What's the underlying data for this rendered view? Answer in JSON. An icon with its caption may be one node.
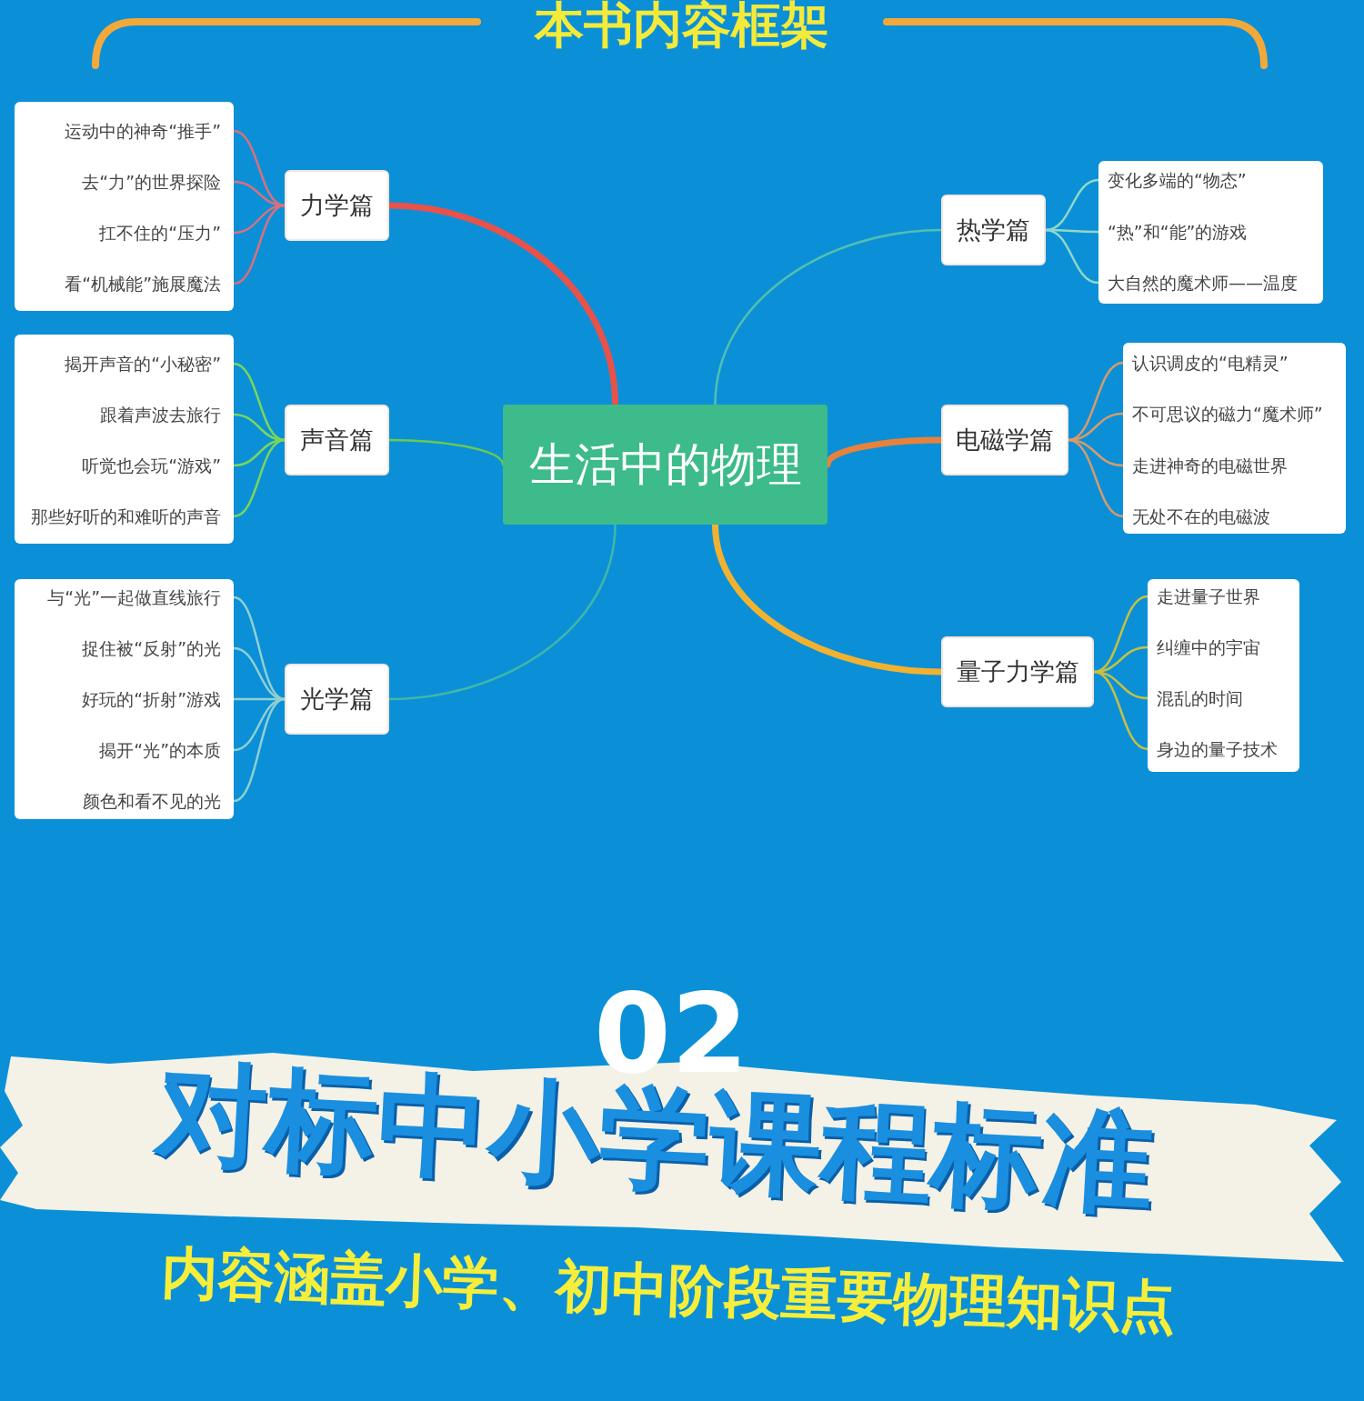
{
  "diagram": {
    "title": "本书内容框架",
    "nodes": [
      {
        "text": [
          "生活中的物理"
        ]
      },
      {
        "text": [
          "力学篇"
        ]
      },
      {
        "text": [],
        "shape": "box"
      },
      {
        "text": [
          "运动中的神奇“推手”"
        ],
        "in": 2
      },
      {
        "text": [
          "去“力”的世界探险"
        ],
        "in": 2
      },
      {
        "text": [
          "扛不住的“压力”"
        ],
        "in": 2
      },
      {
        "text": [
          "看“机械能”施展魔法"
        ],
        "in": 2
      },
      {
        "text": [
          "声音篇"
        ]
      },
      {
        "text": [],
        "shape": "box"
      },
      {
        "text": [
          "揭开声音的“小秘密”"
        ],
        "in": 8
      },
      {
        "text": [
          "跟着声波去旅行"
        ],
        "in": 8
      },
      {
        "text": [
          "听觉也会玩“游戏”"
        ],
        "in": 8
      },
      {
        "text": [
          "那些好听的和难听的声音"
        ],
        "in": 8
      },
      {
        "text": [
          "光学篇"
        ]
      },
      {
        "text": [],
        "shape": "box"
      },
      {
        "text": [
          "与“光”一起做直线旅行"
        ],
        "in": 14
      },
      {
        "text": [
          "捉住被“反射”的光"
        ],
        "in": 14
      },
      {
        "text": [
          "好玩的“折射”游戏"
        ],
        "in": 14
      },
      {
        "text": [
          "揭开“光”的本质"
        ],
        "in": 14
      },
      {
        "text": [
          "颜色和看不见的光"
        ],
        "in": 14
      },
      {
        "text": [
          "热学篇"
        ]
      },
      {
        "text": [],
        "shape": "box"
      },
      {
        "text": [
          "变化多端的“物态”"
        ],
        "in": 21
      },
      {
        "text": [
          "“热”和“能”的游戏"
        ],
        "in": 21
      },
      {
        "text": [
          "大自然的魔术师——温度"
        ],
        "in": 21
      },
      {
        "text": [
          "电磁学篇"
        ]
      },
      {
        "text": [],
        "shape": "box"
      },
      {
        "text": [
          "认识调皮的“电精灵”"
        ],
        "in": 26
      },
      {
        "text": [
          "不可思议的磁力“魔术师”"
        ],
        "in": 26
      },
      {
        "text": [
          "走进神奇的电磁世界"
        ],
        "in": 26
      },
      {
        "text": [
          "无处不在的电磁波"
        ],
        "in": 26
      },
      {
        "text": [
          "量子力学篇"
        ]
      },
      {
        "text": [],
        "shape": "box"
      },
      {
        "text": [
          "走进量子世界"
        ],
        "in": 32
      },
      {
        "text": [
          "纠缠中的宇宙"
        ],
        "in": 32
      },
      {
        "text": [
          "混乱的时间"
        ],
        "in": 32
      },
      {
        "text": [
          "身边的量子技术"
        ],
        "in": 32
      }
    ],
    "edges": [
      {
        "from": 0,
        "to": 1,
        "arrow": "none",
        "style": "thick",
        "color": "#e8524a"
      },
      {
        "from": 0,
        "to": 7,
        "arrow": "none",
        "color": "#6cc94f"
      },
      {
        "from": 0,
        "to": 13,
        "arrow": "none",
        "color": "#3fb8a8"
      },
      {
        "from": 0,
        "to": 20,
        "arrow": "none",
        "color": "#52c0b0"
      },
      {
        "from": 0,
        "to": 25,
        "arrow": "none",
        "style": "thick",
        "color": "#e8823a"
      },
      {
        "from": 0,
        "to": 31,
        "arrow": "none",
        "style": "thick",
        "color": "#f2b230"
      },
      {
        "from": 1,
        "to": 3,
        "arrow": "none",
        "color": "#d9707a"
      },
      {
        "from": 1,
        "to": 4,
        "arrow": "none",
        "color": "#d9707a"
      },
      {
        "from": 1,
        "to": 5,
        "arrow": "none",
        "color": "#d9707a"
      },
      {
        "from": 1,
        "to": 6,
        "arrow": "none",
        "color": "#d9707a"
      },
      {
        "from": 7,
        "to": 9,
        "arrow": "none",
        "color": "#7ad65a"
      },
      {
        "from": 7,
        "to": 10,
        "arrow": "none",
        "color": "#7ad65a"
      },
      {
        "from": 7,
        "to": 11,
        "arrow": "none",
        "color": "#7ad65a"
      },
      {
        "from": 7,
        "to": 12,
        "arrow": "none",
        "color": "#7ad65a"
      },
      {
        "from": 13,
        "to": 15,
        "arrow": "none",
        "color": "#8fd0d0"
      },
      {
        "from": 13,
        "to": 16,
        "arrow": "none",
        "color": "#8fd0d0"
      },
      {
        "from": 13,
        "to": 17,
        "arrow": "none",
        "color": "#8fd0d0"
      },
      {
        "from": 13,
        "to": 18,
        "arrow": "none",
        "color": "#8fd0d0"
      },
      {
        "from": 13,
        "to": 19,
        "arrow": "none",
        "color": "#8fd0d0"
      },
      {
        "from": 20,
        "to": 22,
        "arrow": "none",
        "color": "#8fd8c8"
      },
      {
        "from": 20,
        "to": 23,
        "arrow": "none",
        "color": "#8fd8c8"
      },
      {
        "from": 20,
        "to": 24,
        "arrow": "none",
        "color": "#8fd8c8"
      },
      {
        "from": 25,
        "to": 27,
        "arrow": "none",
        "color": "#d89a6a"
      },
      {
        "from": 25,
        "to": 28,
        "arrow": "none",
        "color": "#d89a6a"
      },
      {
        "from": 25,
        "to": 29,
        "arrow": "none",
        "color": "#d89a6a"
      },
      {
        "from": 25,
        "to": 30,
        "arrow": "none",
        "color": "#d89a6a"
      },
      {
        "from": 31,
        "to": 33,
        "arrow": "none",
        "color": "#c8c040"
      },
      {
        "from": 31,
        "to": 34,
        "arrow": "none",
        "color": "#c8c040"
      },
      {
        "from": 31,
        "to": 35,
        "arrow": "none",
        "color": "#c8c040"
      },
      {
        "from": 31,
        "to": 36,
        "arrow": "none",
        "color": "#c8c040"
      }
    ],
    "labels": [
      "02",
      "对标中小学课程标准",
      "内容涵盖小学、初中阶段重要物理知识点"
    ]
  }
}
